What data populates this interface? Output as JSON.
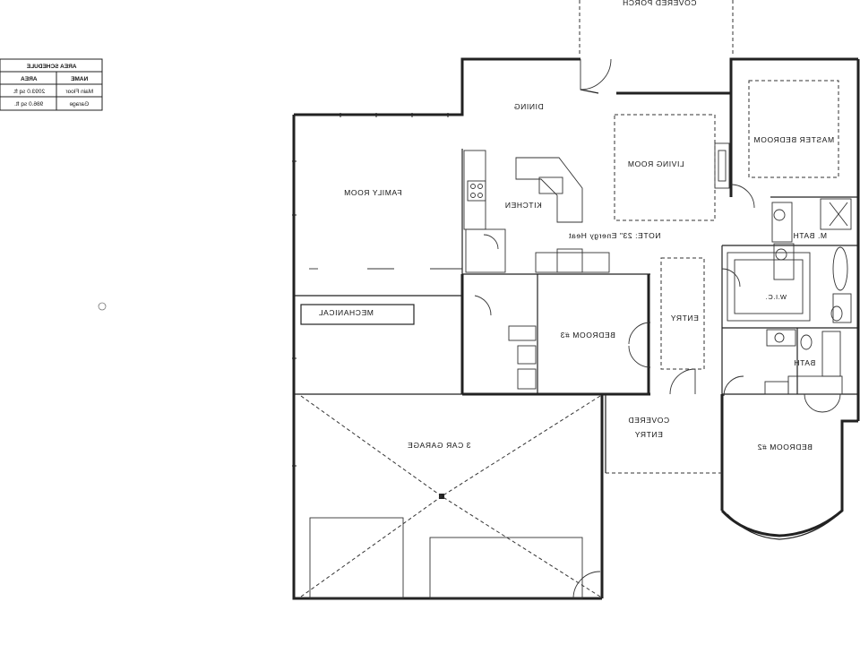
{
  "area_schedule": {
    "title": "AREA SCHEDULE",
    "headers": {
      "area": "AREA",
      "name": "NAME"
    },
    "rows": [
      {
        "area": "2093.0 sq ft.",
        "name": "Main Floor"
      },
      {
        "area": "986.0 sq ft.",
        "name": "Garage"
      }
    ]
  },
  "rooms": {
    "covered_porch": "COVERED PORCH",
    "dining": "DINING",
    "master_bedroom": "MASTER BEDROOM",
    "living_room": "LIVING ROOM",
    "family_room": "FAMILY ROOM",
    "kitchen": "KITCHEN",
    "master_bath": "M. BATH",
    "note": "NOTE: 23\" Energy Heat",
    "wic": "W.I.C.",
    "mechanical": "MECHANICAL",
    "bedroom_3": "BEDROOM #3",
    "entry": "ENTRY",
    "bath": "BATH",
    "covered_entry_line1": "COVERED",
    "covered_entry_line2": "ENTRY",
    "garage": "3 CAR GARAGE",
    "bedroom_2": "BEDROOM #2"
  }
}
